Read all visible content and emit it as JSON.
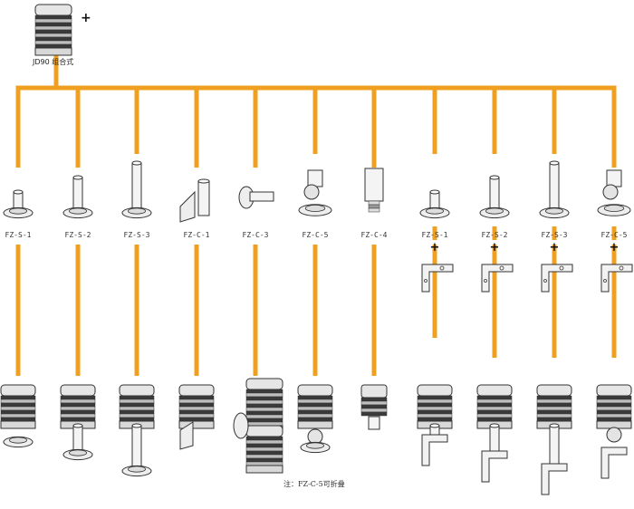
{
  "top_unit": {
    "label": "JD90 组合式",
    "plus": "+"
  },
  "columns": [
    {
      "code": "FZ-S-1",
      "kind": "base-short",
      "bracket": false,
      "bottom": "lamp-short"
    },
    {
      "code": "FZ-S-2",
      "kind": "base-mid",
      "bracket": false,
      "bottom": "lamp-mid"
    },
    {
      "code": "FZ-S-3",
      "kind": "base-tall",
      "bracket": false,
      "bottom": "lamp-tall"
    },
    {
      "code": "FZ-C-1",
      "kind": "wall-bracket",
      "bracket": false,
      "bottom": "lamp-wall"
    },
    {
      "code": "FZ-C-3",
      "kind": "side-mount",
      "bracket": false,
      "bottom": "lamp-double"
    },
    {
      "code": "FZ-C-5",
      "kind": "fold-mount",
      "bracket": false,
      "bottom": "lamp-fold"
    },
    {
      "code": "FZ-C-4",
      "kind": "thread-adapter",
      "bracket": false,
      "bottom": "lamp-thread"
    },
    {
      "code": "FZ-S-1",
      "kind": "base-short",
      "bracket": true,
      "plus": "+",
      "bottom": "lamp-short-bracket"
    },
    {
      "code": "FZ-S-2",
      "kind": "base-mid",
      "bracket": true,
      "plus": "+",
      "bottom": "lamp-mid-bracket"
    },
    {
      "code": "FZ-S-3",
      "kind": "base-tall",
      "bracket": true,
      "plus": "+",
      "bottom": "lamp-tall-bracket"
    },
    {
      "code": "FZ-C-5",
      "kind": "fold-mount",
      "bracket": true,
      "plus": "+",
      "bottom": "lamp-fold-bracket"
    }
  ],
  "note": "注：FZ-C-5可折叠",
  "colors": {
    "connector": "#f0a020",
    "outline": "#333333",
    "shade": "#cfcfcf"
  }
}
